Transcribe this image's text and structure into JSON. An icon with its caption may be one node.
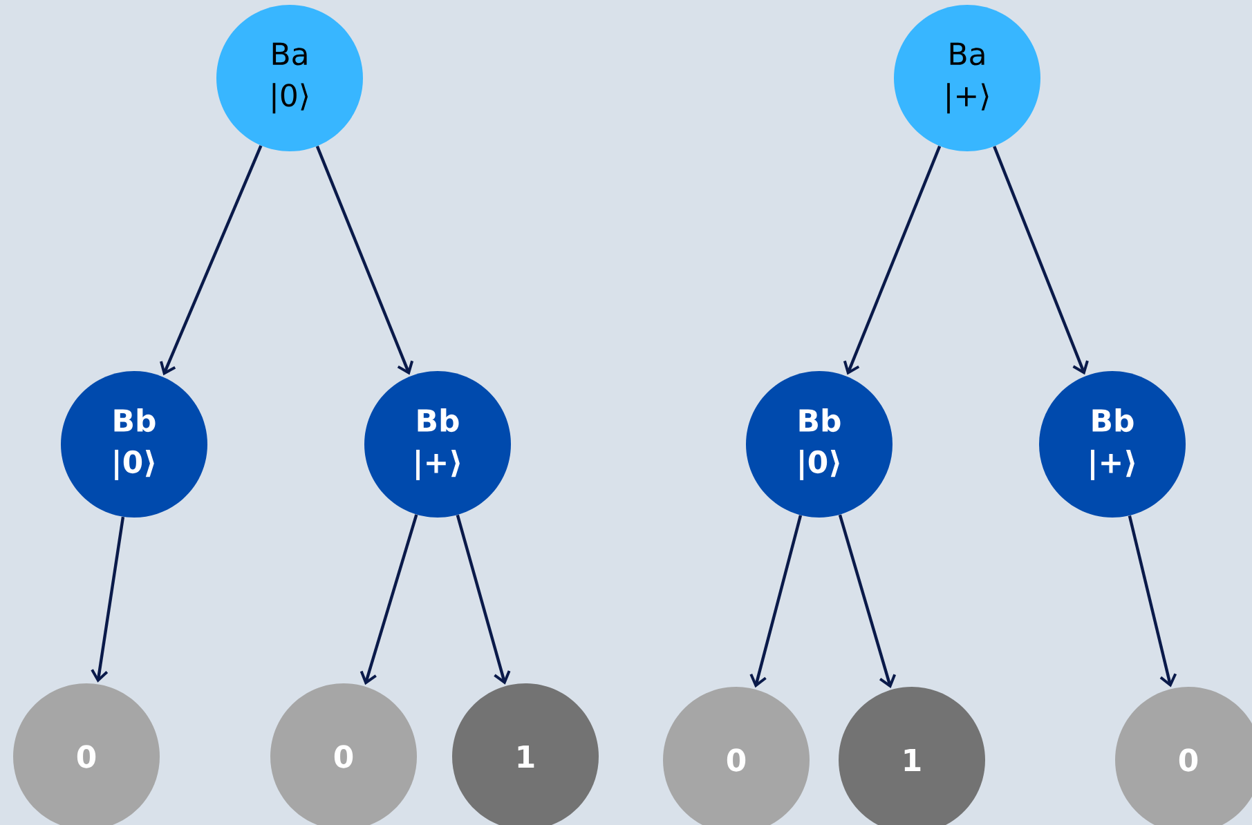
{
  "diagram": {
    "nodes": [
      {
        "text": [
          "Ba",
          "|0⟩"
        ]
      },
      {
        "text": [
          "Ba",
          "|+⟩"
        ]
      },
      {
        "text": [
          "Bb",
          "|0⟩"
        ]
      },
      {
        "text": [
          "Bb",
          "|+⟩"
        ]
      },
      {
        "text": [
          "Bb",
          "|0⟩"
        ]
      },
      {
        "text": [
          "Bb",
          "|+⟩"
        ]
      },
      {
        "text": [
          "0"
        ]
      },
      {
        "text": [
          "0"
        ]
      },
      {
        "text": [
          "1"
        ]
      },
      {
        "text": [
          "0"
        ]
      },
      {
        "text": [
          "1"
        ]
      },
      {
        "text": [
          "0"
        ]
      }
    ],
    "edges": [
      {
        "from": 0,
        "to": 2,
        "arrow": "to"
      },
      {
        "from": 0,
        "to": 3,
        "arrow": "to"
      },
      {
        "from": 1,
        "to": 4,
        "arrow": "to"
      },
      {
        "from": 1,
        "to": 5,
        "arrow": "to"
      },
      {
        "from": 2,
        "to": 6,
        "arrow": "to"
      },
      {
        "from": 3,
        "to": 7,
        "arrow": "to"
      },
      {
        "from": 3,
        "to": 8,
        "arrow": "to"
      },
      {
        "from": 4,
        "to": 9,
        "arrow": "to"
      },
      {
        "from": 4,
        "to": 10,
        "arrow": "to"
      },
      {
        "from": 5,
        "to": 11,
        "arrow": "to"
      }
    ]
  }
}
